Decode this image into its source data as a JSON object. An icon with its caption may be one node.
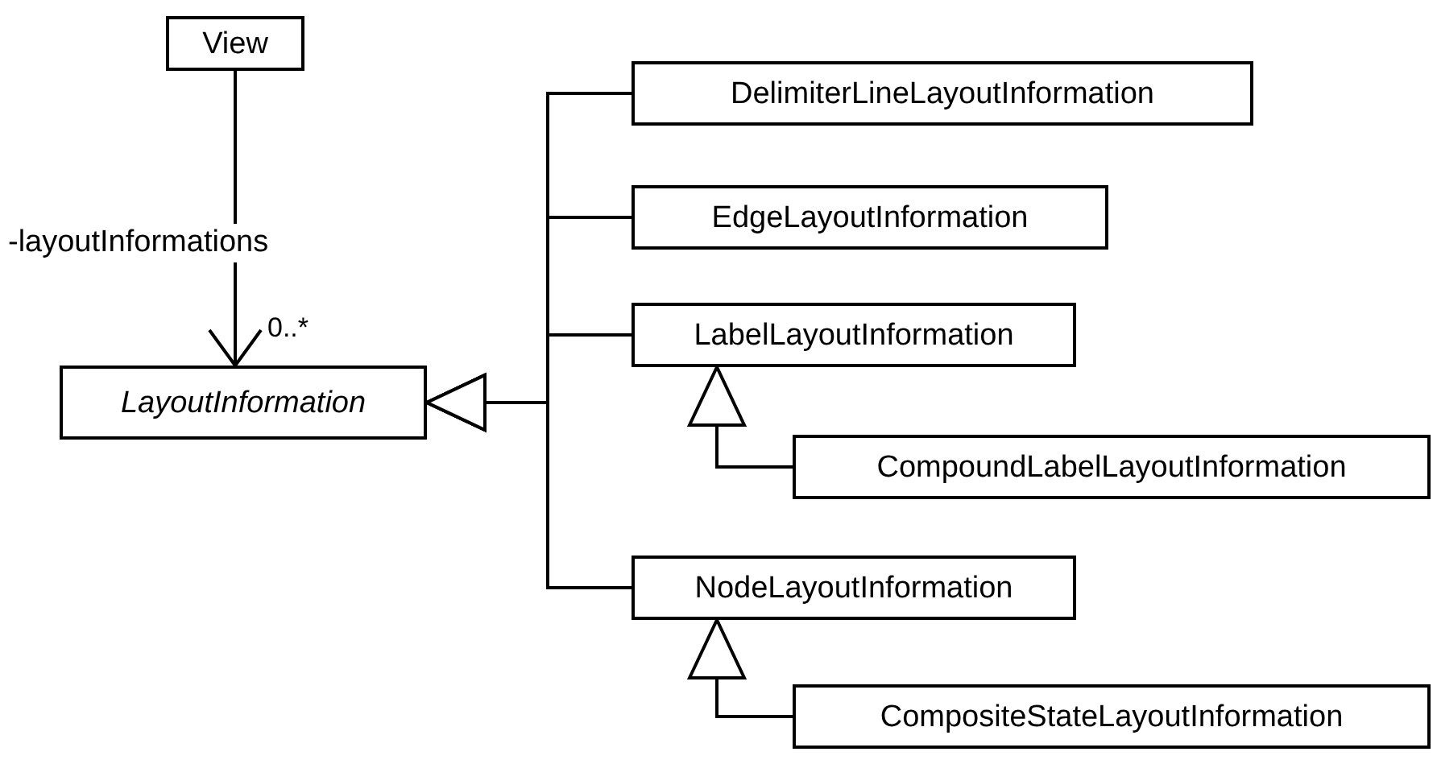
{
  "diagram": {
    "nodes": [
      {
        "text": [
          "View"
        ]
      },
      {
        "text": [
          "LayoutInformation"
        ]
      },
      {
        "text": [
          "DelimiterLineLayoutInformation"
        ]
      },
      {
        "text": [
          "EdgeLayoutInformation"
        ]
      },
      {
        "text": [
          "LabelLayoutInformation"
        ]
      },
      {
        "text": [
          "CompoundLabelLayoutInformation"
        ]
      },
      {
        "text": [
          "NodeLayoutInformation"
        ]
      },
      {
        "text": [
          "CompositeStateLayoutInformation"
        ]
      }
    ],
    "edges": [
      {
        "from": 0,
        "to": 1,
        "arrow": "to",
        "label": "-layoutInformations"
      },
      {
        "from": 2,
        "to": 1,
        "arrow": "to"
      },
      {
        "from": 3,
        "to": 1,
        "arrow": "to"
      },
      {
        "from": 4,
        "to": 1,
        "arrow": "to"
      },
      {
        "from": 6,
        "to": 1,
        "arrow": "to"
      },
      {
        "from": 5,
        "to": 4,
        "arrow": "to"
      },
      {
        "from": 7,
        "to": 6,
        "arrow": "to"
      }
    ],
    "labels": [
      "0..*"
    ]
  }
}
